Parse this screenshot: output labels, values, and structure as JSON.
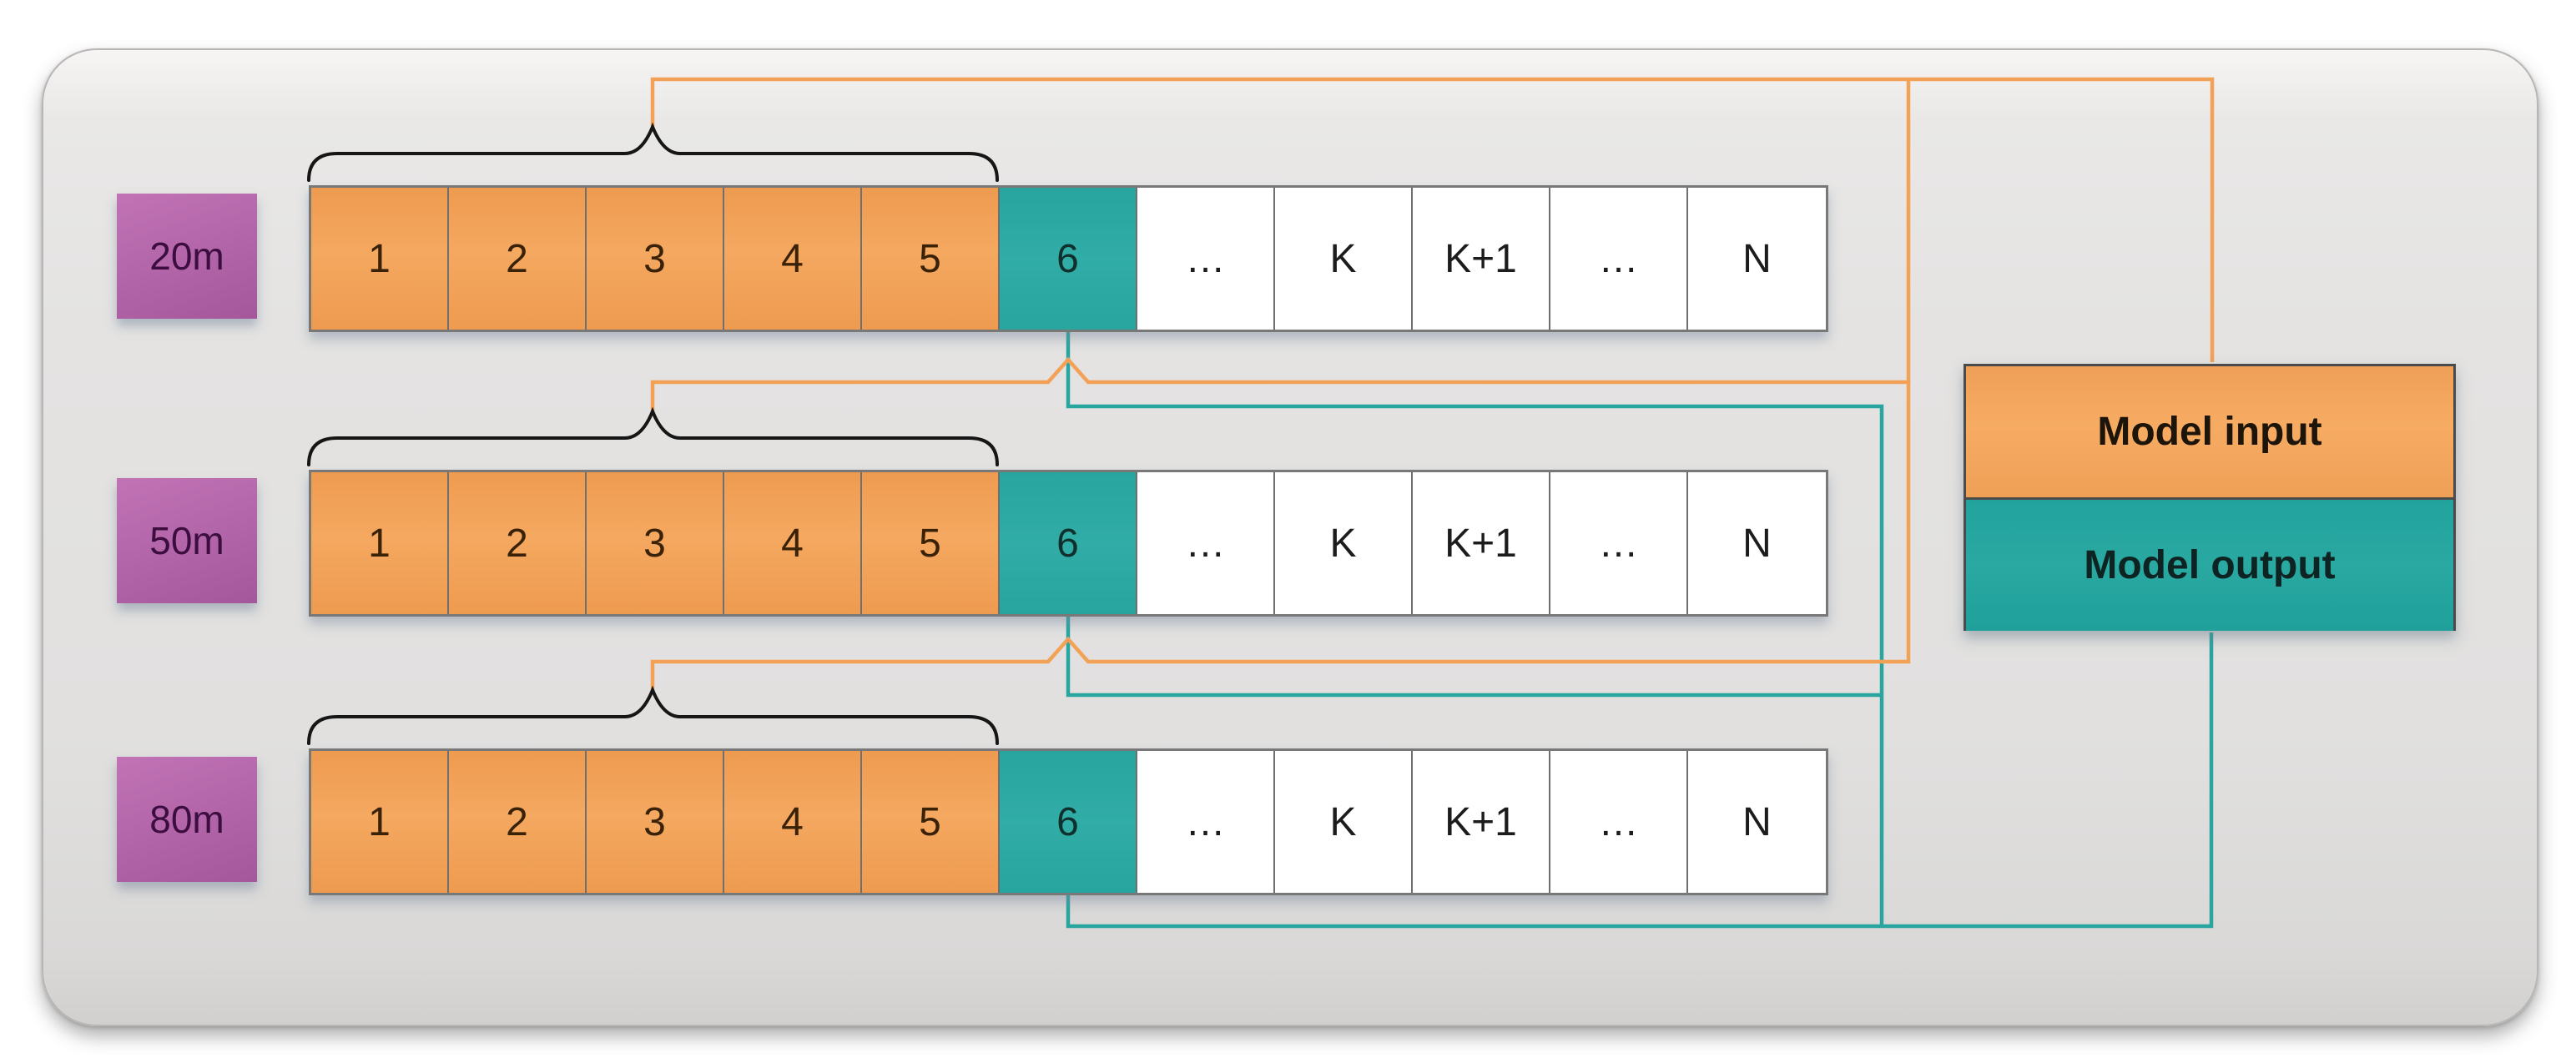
{
  "figure": {
    "rows": [
      {
        "label": "20m",
        "cells": [
          {
            "text": "1",
            "role": "input"
          },
          {
            "text": "2",
            "role": "input"
          },
          {
            "text": "3",
            "role": "input"
          },
          {
            "text": "4",
            "role": "input"
          },
          {
            "text": "5",
            "role": "input"
          },
          {
            "text": "6",
            "role": "output"
          },
          {
            "text": "…",
            "role": "future"
          },
          {
            "text": "K",
            "role": "future"
          },
          {
            "text": "K+1",
            "role": "future"
          },
          {
            "text": "…",
            "role": "future"
          },
          {
            "text": "N",
            "role": "future"
          }
        ]
      },
      {
        "label": "50m",
        "cells": [
          {
            "text": "1",
            "role": "input"
          },
          {
            "text": "2",
            "role": "input"
          },
          {
            "text": "3",
            "role": "input"
          },
          {
            "text": "4",
            "role": "input"
          },
          {
            "text": "5",
            "role": "input"
          },
          {
            "text": "6",
            "role": "output"
          },
          {
            "text": "…",
            "role": "future"
          },
          {
            "text": "K",
            "role": "future"
          },
          {
            "text": "K+1",
            "role": "future"
          },
          {
            "text": "…",
            "role": "future"
          },
          {
            "text": "N",
            "role": "future"
          }
        ]
      },
      {
        "label": "80m",
        "cells": [
          {
            "text": "1",
            "role": "input"
          },
          {
            "text": "2",
            "role": "input"
          },
          {
            "text": "3",
            "role": "input"
          },
          {
            "text": "4",
            "role": "input"
          },
          {
            "text": "5",
            "role": "input"
          },
          {
            "text": "6",
            "role": "output"
          },
          {
            "text": "…",
            "role": "future"
          },
          {
            "text": "K",
            "role": "future"
          },
          {
            "text": "K+1",
            "role": "future"
          },
          {
            "text": "…",
            "role": "future"
          },
          {
            "text": "N",
            "role": "future"
          }
        ]
      }
    ],
    "legend": {
      "input_label": "Model input",
      "output_label": "Model output"
    },
    "colors": {
      "input": "#f2a156",
      "output": "#28a59f",
      "row_label": "#b164a7",
      "brace": "#161616"
    }
  }
}
